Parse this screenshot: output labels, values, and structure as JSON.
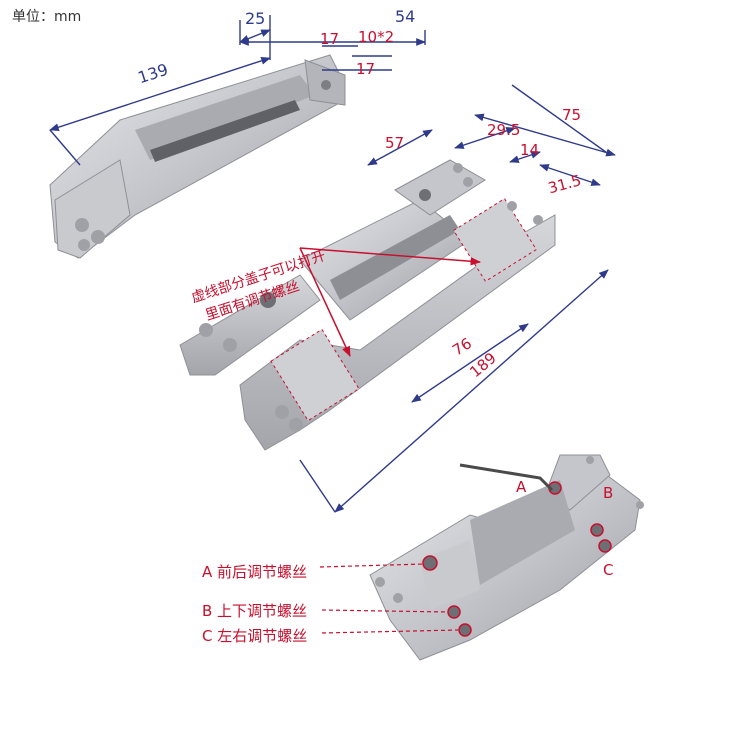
{
  "unit_label": "单位：mm",
  "dimensions": {
    "d139": "139",
    "d25": "25",
    "d54": "54",
    "d17a": "17",
    "d10x2": "10*2",
    "d17b": "17",
    "d57": "57",
    "d29_5": "29.5",
    "d75": "75",
    "d14": "14",
    "d31_5": "31.5",
    "d76": "76",
    "d189": "189"
  },
  "note": {
    "line1": "虚线部分盖子可以打开",
    "line2": "里面有调节螺丝"
  },
  "callouts": {
    "A": "A",
    "B": "B",
    "C": "C",
    "a_desc": "A 前后调节螺丝",
    "b_desc": "B 上下调节螺丝",
    "c_desc": "C 左右调节螺丝"
  },
  "colors": {
    "dimension": "#2f3b8a",
    "callout": "#c8102e",
    "metal_light": "#dcdde0",
    "metal_mid": "#b9bbc0",
    "metal_dark": "#8e9096"
  }
}
